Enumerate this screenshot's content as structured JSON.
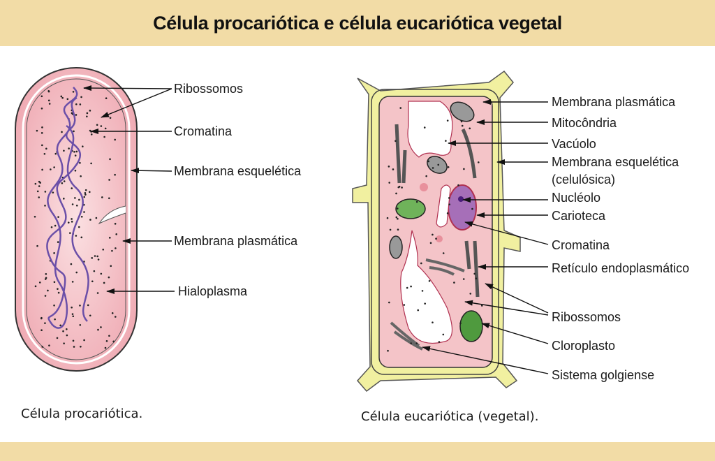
{
  "title": "Célula procariótica e célula eucariótica vegetal",
  "prokaryote": {
    "caption": "Célula procariótica.",
    "labels": [
      "Ribossomos",
      "Cromatina",
      "Membrana esquelética",
      "Membrana plasmática",
      "Hialoplasma"
    ]
  },
  "eukaryote": {
    "caption": "Célula eucariótica (vegetal).",
    "labels": [
      "Membrana plasmática",
      "Mitocôndria",
      "Vacúolo",
      "Membrana esquelética",
      "(celulósica)",
      "Nucléolo",
      "Carioteca",
      "Cromatina",
      "Retículo endoplasmático",
      "Ribossomos",
      "Cloroplasto",
      "Sistema golgiense"
    ]
  },
  "colors": {
    "band": "#f2dca6",
    "cytoplasm": "#f4c4c8",
    "cell_wall": "#f1f0a0",
    "nucleus": "#a66fb8",
    "chloroplast": "#5a9a4a",
    "dna": "#6b4fa8"
  }
}
